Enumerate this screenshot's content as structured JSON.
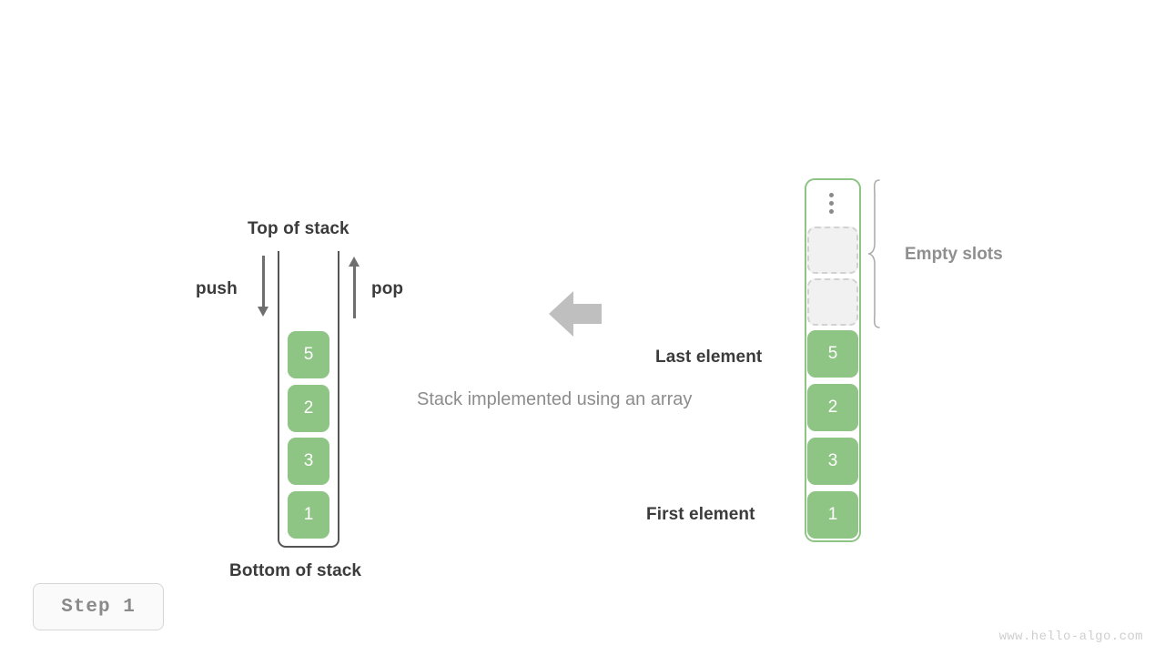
{
  "diagram": {
    "caption": "Stack implemented using an array",
    "step_label": "Step 1",
    "watermark": "www.hello-algo.com",
    "colors": {
      "element_fill": "#8ec484",
      "element_text": "#ffffff",
      "empty_slot_fill": "#f1f1f1",
      "empty_slot_border": "#d2d2d2",
      "array_border": "#8ec484",
      "stack_border": "#555555",
      "label_dark": "#3b3b3b",
      "label_gray": "#8f8f8f",
      "arrow_gray": "#6f6f6f",
      "big_arrow_gray": "#bfbfbf"
    }
  },
  "left_stack": {
    "top_label": "Top of stack",
    "bottom_label": "Bottom of stack",
    "push_label": "push",
    "pop_label": "pop",
    "push_icon": "arrow-down-icon",
    "pop_icon": "arrow-up-icon",
    "elements": [
      {
        "value": "5"
      },
      {
        "value": "2"
      },
      {
        "value": "3"
      },
      {
        "value": "1"
      }
    ]
  },
  "transform": {
    "icon": "arrow-left-icon"
  },
  "right_array": {
    "ellipsis_icon": "vertical-ellipsis-icon",
    "empty_slots_label": "Empty slots",
    "empty_slots_count": 2,
    "last_element_label": "Last element",
    "first_element_label": "First element",
    "elements": [
      {
        "value": "5"
      },
      {
        "value": "2"
      },
      {
        "value": "3"
      },
      {
        "value": "1"
      }
    ]
  }
}
